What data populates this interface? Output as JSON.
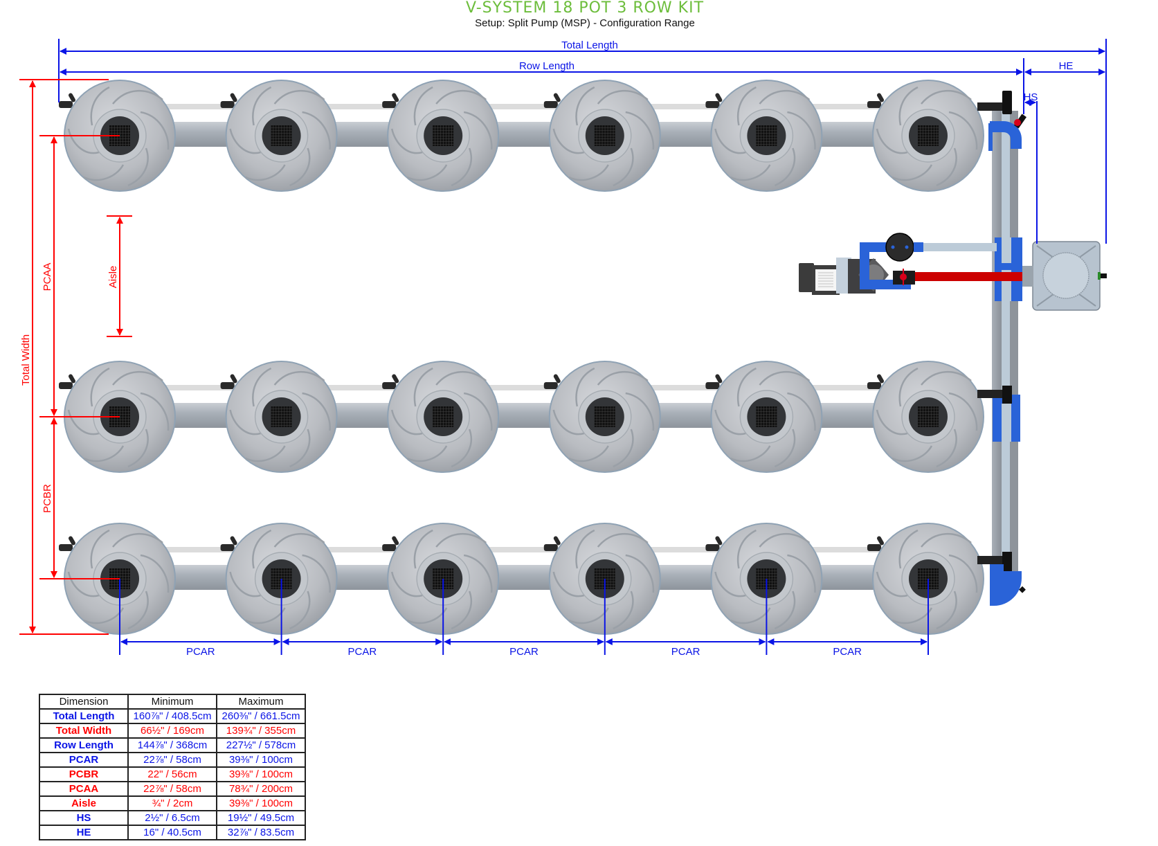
{
  "header": {
    "title": "V-SYSTEM 18 POT 3 ROW KIT",
    "subtitle": "Setup: Split Pump (MSP) - Configuration Range"
  },
  "colors": {
    "title_green": "#6cbd3b",
    "dimension_blue": "#0a14e6",
    "dimension_red": "#ff0000",
    "fitting_blue": "#2a63d8",
    "feed_pipe_red": "#cc0000"
  },
  "layout_info": {
    "rows": 3,
    "pots_per_row": 6,
    "total_pots": 18
  },
  "dimension_labels": {
    "total_length": "Total Length",
    "row_length": "Row Length",
    "he": "HE",
    "hs": "HS",
    "total_width": "Total Width",
    "pcaa": "PCAA",
    "aisle": "Aisle",
    "pcbr": "PCBR",
    "pcar": "PCAR"
  },
  "table": {
    "headers": [
      "Dimension",
      "Minimum",
      "Maximum"
    ],
    "rows": [
      {
        "name": "Total Length",
        "min": "160⅞\" / 408.5cm",
        "max": "260⅜\" / 661.5cm",
        "color": "blue"
      },
      {
        "name": "Total Width",
        "min": "66½\" / 169cm",
        "max": "139¾\" / 355cm",
        "color": "red"
      },
      {
        "name": "Row Length",
        "min": "144⅞\" / 368cm",
        "max": "227½\" / 578cm",
        "color": "blue"
      },
      {
        "name": "PCAR",
        "min": "22⅞\" / 58cm",
        "max": "39⅜\" / 100cm",
        "color": "blue"
      },
      {
        "name": "PCBR",
        "min": "22\" / 56cm",
        "max": "39⅜\" / 100cm",
        "color": "red"
      },
      {
        "name": "PCAA",
        "min": "22⅞\" / 58cm",
        "max": "78¾\" / 200cm",
        "color": "red"
      },
      {
        "name": "Aisle",
        "min": "¾\" / 2cm",
        "max": "39⅜\" / 100cm",
        "color": "red"
      },
      {
        "name": "HS",
        "min": "2½\" / 6.5cm",
        "max": "19½\" / 49.5cm",
        "color": "blue"
      },
      {
        "name": "HE",
        "min": "16\" / 40.5cm",
        "max": "32⅞\" / 83.5cm",
        "color": "blue"
      }
    ]
  }
}
